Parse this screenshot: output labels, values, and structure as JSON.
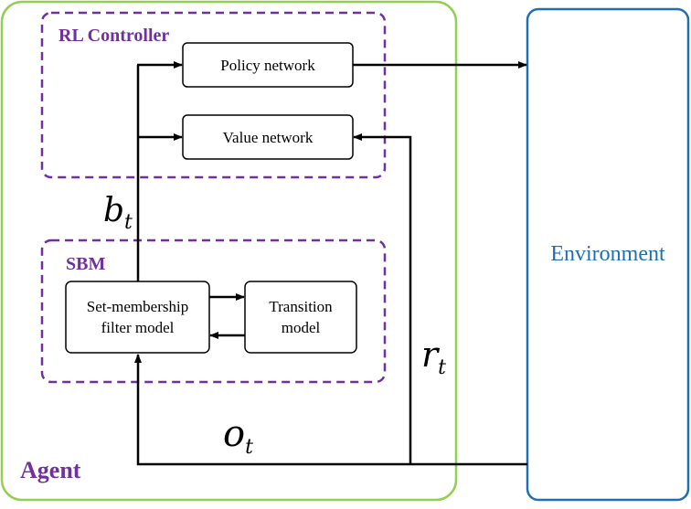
{
  "colors": {
    "agent_border": "#92d050",
    "group_border": "#7030a0",
    "env_border": "#1f6fb2",
    "line": "#000000"
  },
  "agent": {
    "label": "Agent"
  },
  "rl_controller": {
    "title": "RL Controller",
    "policy_network": "Policy network",
    "value_network": "Value network"
  },
  "sbm": {
    "title": "SBM",
    "filter_model": "Set-membership\nfilter model",
    "transition_model": "Transition\nmodel"
  },
  "environment": {
    "label": "Environment"
  },
  "signals": {
    "b": {
      "symbol": "b",
      "subscript": "t"
    },
    "o": {
      "symbol": "o",
      "subscript": "t"
    },
    "r": {
      "symbol": "r",
      "subscript": "t"
    }
  }
}
